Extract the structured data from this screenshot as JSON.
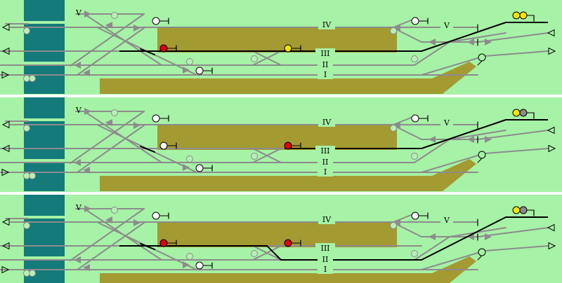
{
  "colors": {
    "background": "#a6f2a6",
    "track": "#8c8c8c",
    "route": "#000000",
    "platform": "#a39a32",
    "bridge": "#147a7a",
    "separator": "#ffffff",
    "signal_red": "#dd0000",
    "signal_yellow": "#f2e600",
    "signal_white": "#ffffff",
    "signal_grey": "#8a8a8a",
    "signal_lunar": "#b7efb7"
  },
  "panels": [
    {
      "track_labels": {
        "iv": "IV",
        "v_right": "V",
        "iii": "III",
        "ii": "II",
        "i": "I",
        "v_left": "V"
      },
      "signals": {
        "left_platform_signal": "red",
        "right_platform_signal": "yellow",
        "upper_left_signal": "white",
        "lower_signal": "white",
        "entry_signal": [
          "yellow",
          "yellow"
        ]
      },
      "route": "III"
    },
    {
      "track_labels": {
        "iv": "IV",
        "v_right": "V",
        "iii": "III",
        "ii": "II",
        "i": "I",
        "v_left": "V"
      },
      "signals": {
        "left_platform_signal": "white",
        "right_platform_signal": "red",
        "upper_left_signal": "white",
        "lower_signal": "white",
        "entry_signal": [
          "yellow",
          "grey"
        ]
      },
      "route": "III-east"
    },
    {
      "track_labels": {
        "iv": "IV",
        "v_right": "V",
        "iii": "III",
        "ii": "II",
        "i": "I",
        "v_left": "V"
      },
      "signals": {
        "left_platform_signal": "red",
        "right_platform_signal": "red",
        "upper_left_signal": "white",
        "lower_signal": "white",
        "entry_signal": [
          "yellow",
          "grey"
        ]
      },
      "route": "III-II"
    }
  ]
}
